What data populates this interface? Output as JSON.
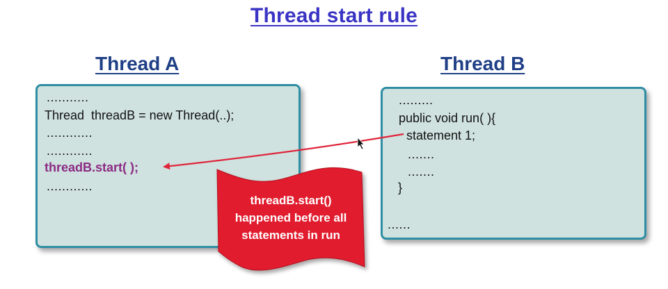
{
  "title": "Thread start rule",
  "thread_a": {
    "heading": "Thread A",
    "lines": [
      "...........",
      "Thread  threadB = new Thread(..);",
      "............",
      "............",
      "threadB.start( );",
      "............"
    ]
  },
  "thread_b": {
    "heading": "Thread B",
    "lines": [
      ".........",
      "public void run( ){",
      "statement 1;",
      ".......",
      ".......",
      "}",
      "......"
    ]
  },
  "callout": {
    "lines": [
      "threadB.start()",
      "happened before all",
      "statements in run"
    ]
  },
  "colors": {
    "title": "#3a34c4",
    "heading": "#1f3f86",
    "panel_fill": "#cfe2df",
    "panel_border": "#2f8ea4",
    "highlight": "#8b2a84",
    "arrow": "#e0243a",
    "callout_fill": "#e01b2f"
  }
}
